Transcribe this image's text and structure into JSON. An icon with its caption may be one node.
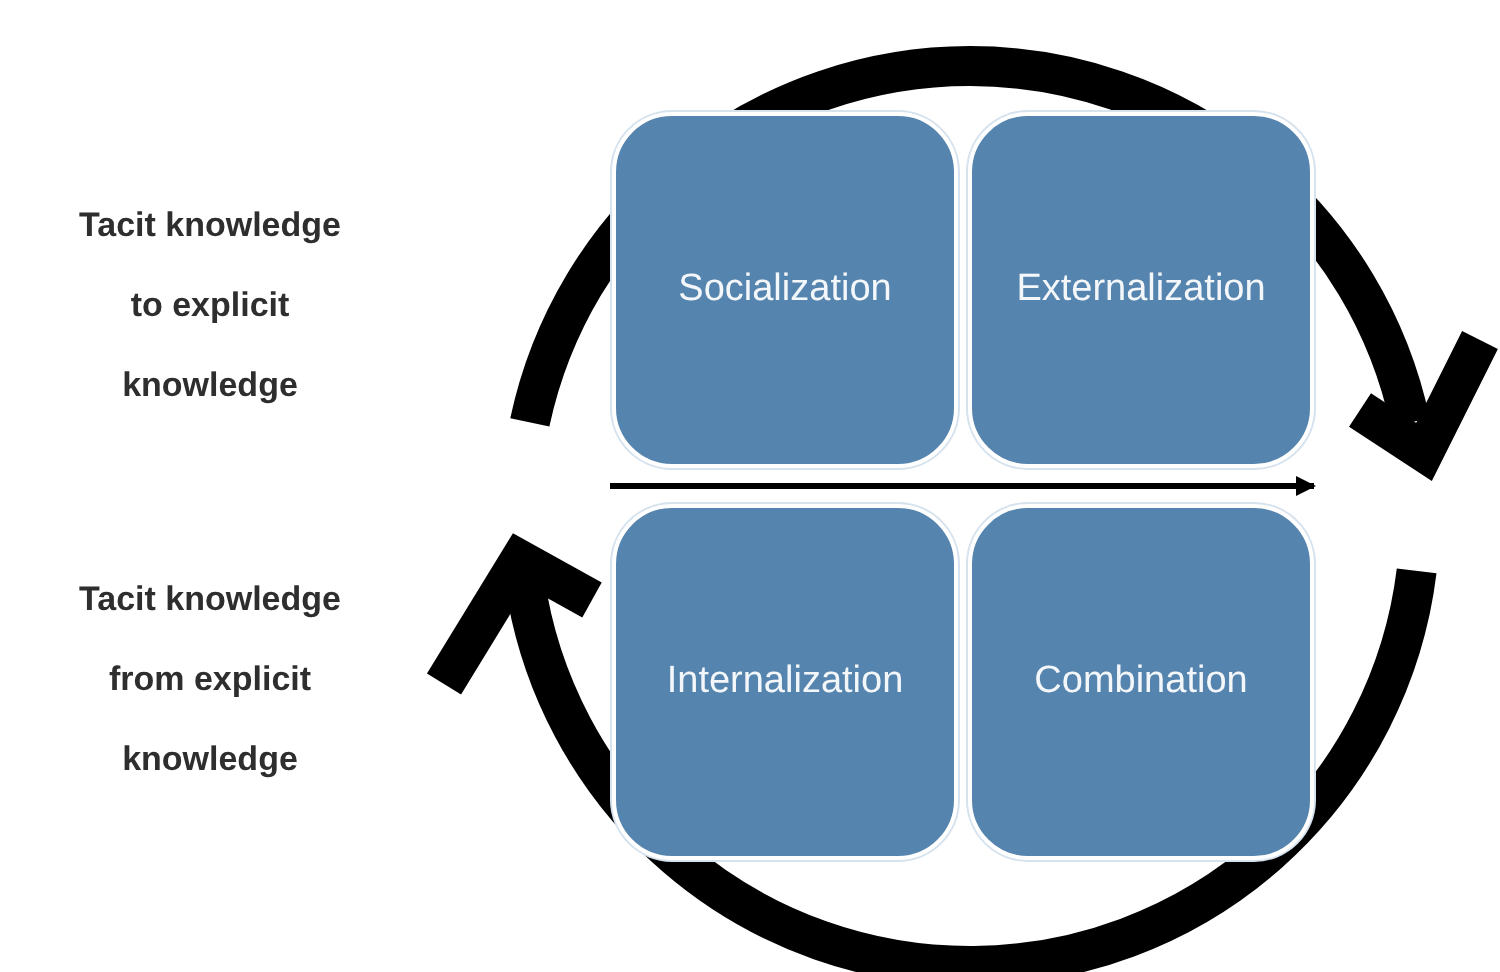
{
  "diagram": {
    "nodes": [
      {
        "text": [
          "Socialization"
        ]
      },
      {
        "text": [
          "Externalization"
        ]
      },
      {
        "text": [
          "Internalization"
        ]
      },
      {
        "text": [
          "Combination"
        ]
      }
    ],
    "labels": [
      "Tacit knowledge to explicit knowledge",
      "Tacit knowledge from explicit knowledge"
    ]
  }
}
